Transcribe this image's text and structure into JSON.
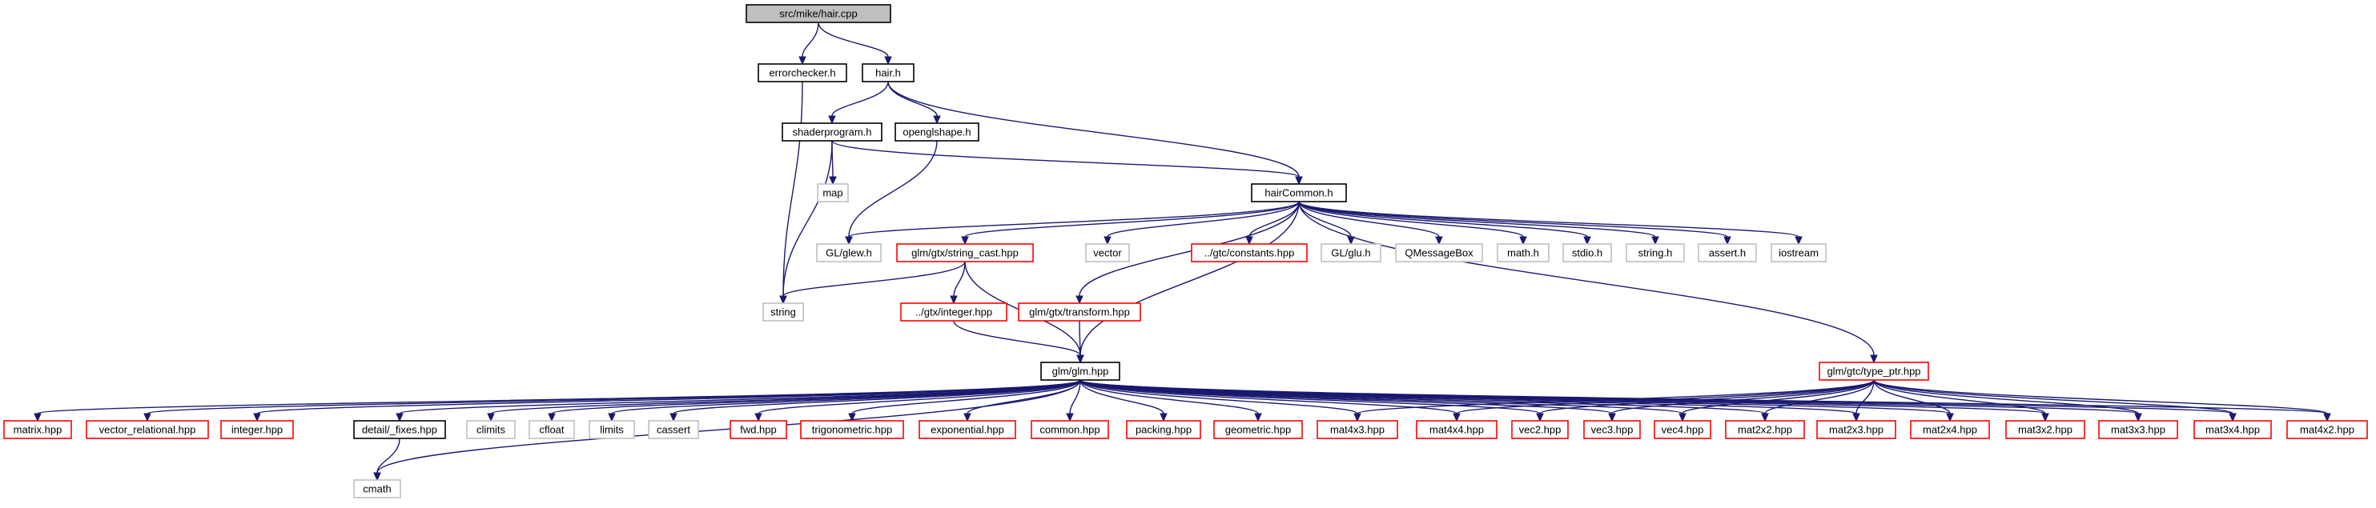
{
  "colors": {
    "edge": "#191970",
    "root_fill": "#bfbfbf",
    "local_border": "#000000",
    "missing_border": "#bfbfbf",
    "linked_border": "#ff0000"
  },
  "nodes": [
    {
      "id": "root",
      "label": "src/mike/hair.cpp",
      "kind": "root"
    },
    {
      "id": "errorchecker",
      "label": "errorchecker.h",
      "kind": "local"
    },
    {
      "id": "hair",
      "label": "hair.h",
      "kind": "local"
    },
    {
      "id": "shaderprogram",
      "label": "shaderprogram.h",
      "kind": "local"
    },
    {
      "id": "openglshape",
      "label": "openglshape.h",
      "kind": "local"
    },
    {
      "id": "hairCommon",
      "label": "hairCommon.h",
      "kind": "local"
    },
    {
      "id": "map",
      "label": "map",
      "kind": "missing"
    },
    {
      "id": "string",
      "label": "string",
      "kind": "missing"
    },
    {
      "id": "glew",
      "label": "GL/glew.h",
      "kind": "missing"
    },
    {
      "id": "string_cast",
      "label": "glm/gtx/string_cast.hpp",
      "kind": "linked"
    },
    {
      "id": "vector",
      "label": "vector",
      "kind": "missing"
    },
    {
      "id": "constants",
      "label": "../gtc/constants.hpp",
      "kind": "linked"
    },
    {
      "id": "glu",
      "label": "GL/glu.h",
      "kind": "missing"
    },
    {
      "id": "qmessagebox",
      "label": "QMessageBox",
      "kind": "missing"
    },
    {
      "id": "math",
      "label": "math.h",
      "kind": "missing"
    },
    {
      "id": "stdio",
      "label": "stdio.h",
      "kind": "missing"
    },
    {
      "id": "stringh",
      "label": "string.h",
      "kind": "missing"
    },
    {
      "id": "assert",
      "label": "assert.h",
      "kind": "missing"
    },
    {
      "id": "iostream",
      "label": "iostream",
      "kind": "missing"
    },
    {
      "id": "gtx_integer",
      "label": "../gtx/integer.hpp",
      "kind": "linked"
    },
    {
      "id": "transform",
      "label": "glm/gtx/transform.hpp",
      "kind": "linked"
    },
    {
      "id": "glm",
      "label": "glm/glm.hpp",
      "kind": "local"
    },
    {
      "id": "type_ptr",
      "label": "glm/gtc/type_ptr.hpp",
      "kind": "linked"
    },
    {
      "id": "matrix",
      "label": "matrix.hpp",
      "kind": "linked"
    },
    {
      "id": "vector_relational",
      "label": "vector_relational.hpp",
      "kind": "linked"
    },
    {
      "id": "integer",
      "label": "integer.hpp",
      "kind": "linked"
    },
    {
      "id": "fixes",
      "label": "detail/_fixes.hpp",
      "kind": "local"
    },
    {
      "id": "climits",
      "label": "climits",
      "kind": "missing"
    },
    {
      "id": "cfloat",
      "label": "cfloat",
      "kind": "missing"
    },
    {
      "id": "limits",
      "label": "limits",
      "kind": "missing"
    },
    {
      "id": "cassert",
      "label": "cassert",
      "kind": "missing"
    },
    {
      "id": "fwd",
      "label": "fwd.hpp",
      "kind": "linked"
    },
    {
      "id": "trigonometric",
      "label": "trigonometric.hpp",
      "kind": "linked"
    },
    {
      "id": "exponential",
      "label": "exponential.hpp",
      "kind": "linked"
    },
    {
      "id": "common",
      "label": "common.hpp",
      "kind": "linked"
    },
    {
      "id": "packing",
      "label": "packing.hpp",
      "kind": "linked"
    },
    {
      "id": "geometric",
      "label": "geometric.hpp",
      "kind": "linked"
    },
    {
      "id": "mat4x3",
      "label": "mat4x3.hpp",
      "kind": "linked"
    },
    {
      "id": "mat4x4",
      "label": "mat4x4.hpp",
      "kind": "linked"
    },
    {
      "id": "vec2",
      "label": "vec2.hpp",
      "kind": "linked"
    },
    {
      "id": "vec3",
      "label": "vec3.hpp",
      "kind": "linked"
    },
    {
      "id": "vec4",
      "label": "vec4.hpp",
      "kind": "linked"
    },
    {
      "id": "mat2x2",
      "label": "mat2x2.hpp",
      "kind": "linked"
    },
    {
      "id": "mat2x3",
      "label": "mat2x3.hpp",
      "kind": "linked"
    },
    {
      "id": "mat2x4",
      "label": "mat2x4.hpp",
      "kind": "linked"
    },
    {
      "id": "mat3x2",
      "label": "mat3x2.hpp",
      "kind": "linked"
    },
    {
      "id": "mat3x3",
      "label": "mat3x3.hpp",
      "kind": "linked"
    },
    {
      "id": "mat3x4",
      "label": "mat3x4.hpp",
      "kind": "linked"
    },
    {
      "id": "mat4x2",
      "label": "mat4x2.hpp",
      "kind": "linked"
    },
    {
      "id": "cmath",
      "label": "cmath",
      "kind": "missing"
    }
  ],
  "edges": [
    [
      "root",
      "errorchecker"
    ],
    [
      "root",
      "hair"
    ],
    [
      "errorchecker",
      "string"
    ],
    [
      "hair",
      "shaderprogram"
    ],
    [
      "hair",
      "openglshape"
    ],
    [
      "hair",
      "hairCommon"
    ],
    [
      "shaderprogram",
      "map"
    ],
    [
      "shaderprogram",
      "string"
    ],
    [
      "shaderprogram",
      "hairCommon"
    ],
    [
      "openglshape",
      "glew"
    ],
    [
      "hairCommon",
      "glew"
    ],
    [
      "hairCommon",
      "string_cast"
    ],
    [
      "hairCommon",
      "vector"
    ],
    [
      "hairCommon",
      "constants"
    ],
    [
      "hairCommon",
      "glu"
    ],
    [
      "hairCommon",
      "qmessagebox"
    ],
    [
      "hairCommon",
      "math"
    ],
    [
      "hairCommon",
      "stdio"
    ],
    [
      "hairCommon",
      "stringh"
    ],
    [
      "hairCommon",
      "assert"
    ],
    [
      "hairCommon",
      "iostream"
    ],
    [
      "hairCommon",
      "transform"
    ],
    [
      "hairCommon",
      "glm"
    ],
    [
      "hairCommon",
      "type_ptr"
    ],
    [
      "string_cast",
      "string"
    ],
    [
      "string_cast",
      "gtx_integer"
    ],
    [
      "string_cast",
      "glm"
    ],
    [
      "gtx_integer",
      "glm"
    ],
    [
      "transform",
      "glm"
    ],
    [
      "glm",
      "matrix"
    ],
    [
      "glm",
      "vector_relational"
    ],
    [
      "glm",
      "integer"
    ],
    [
      "glm",
      "fixes"
    ],
    [
      "glm",
      "cmath"
    ],
    [
      "glm",
      "climits"
    ],
    [
      "glm",
      "cfloat"
    ],
    [
      "glm",
      "limits"
    ],
    [
      "glm",
      "cassert"
    ],
    [
      "glm",
      "fwd"
    ],
    [
      "glm",
      "trigonometric"
    ],
    [
      "glm",
      "exponential"
    ],
    [
      "glm",
      "common"
    ],
    [
      "glm",
      "packing"
    ],
    [
      "glm",
      "geometric"
    ],
    [
      "glm",
      "mat4x3"
    ],
    [
      "glm",
      "mat4x4"
    ],
    [
      "glm",
      "vec2"
    ],
    [
      "glm",
      "vec3"
    ],
    [
      "glm",
      "vec4"
    ],
    [
      "glm",
      "mat2x2"
    ],
    [
      "glm",
      "mat2x3"
    ],
    [
      "glm",
      "mat2x4"
    ],
    [
      "glm",
      "mat3x2"
    ],
    [
      "glm",
      "mat3x3"
    ],
    [
      "glm",
      "mat3x4"
    ],
    [
      "glm",
      "mat4x2"
    ],
    [
      "fixes",
      "cmath"
    ],
    [
      "type_ptr",
      "mat4x3"
    ],
    [
      "type_ptr",
      "mat4x4"
    ],
    [
      "type_ptr",
      "vec2"
    ],
    [
      "type_ptr",
      "vec3"
    ],
    [
      "type_ptr",
      "vec4"
    ],
    [
      "type_ptr",
      "mat2x2"
    ],
    [
      "type_ptr",
      "mat2x3"
    ],
    [
      "type_ptr",
      "mat2x4"
    ],
    [
      "type_ptr",
      "mat3x2"
    ],
    [
      "type_ptr",
      "mat3x3"
    ],
    [
      "type_ptr",
      "mat3x4"
    ],
    [
      "type_ptr",
      "mat4x2"
    ]
  ]
}
